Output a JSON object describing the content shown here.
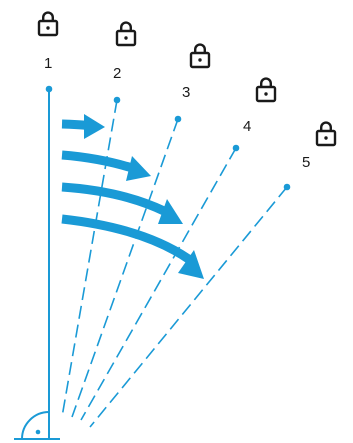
{
  "accent_color": "#1a9ad6",
  "text_color": "#1a1a1a",
  "icons": {
    "lock": "lock-icon",
    "right_angle": "right-angle-marker"
  },
  "positions": [
    {
      "label": "1"
    },
    {
      "label": "2"
    },
    {
      "label": "3"
    },
    {
      "label": "4"
    },
    {
      "label": "5"
    }
  ]
}
